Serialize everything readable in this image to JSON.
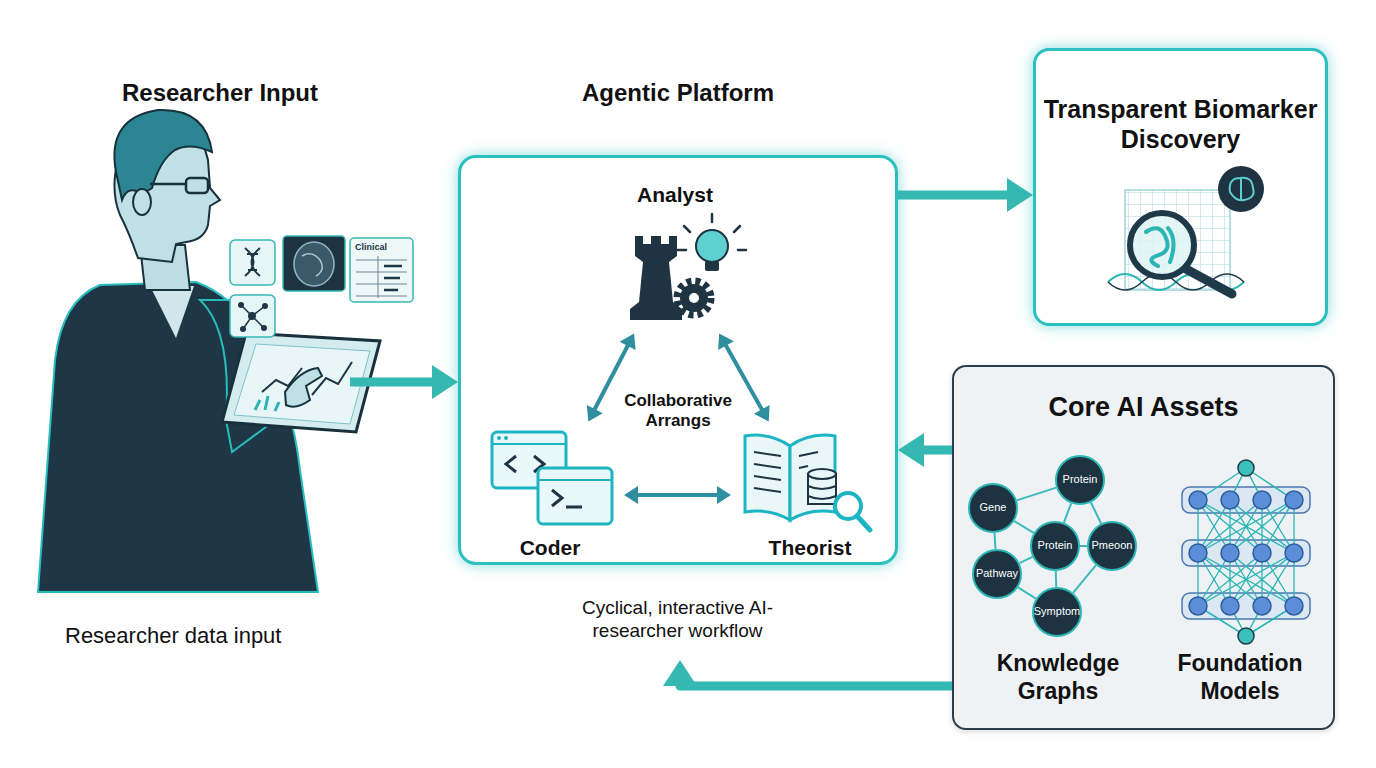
{
  "diagram": {
    "nodes": [
      {
        "text": [
          "Researcher Input",
          "Researcher data input"
        ]
      },
      {
        "text": [
          "Agentic Platform",
          "Collaborative Arrangs",
          "Cyclical, interactive AI-researcher workflow"
        ]
      },
      {
        "text": [
          "Analyst"
        ],
        "in": 1
      },
      {
        "text": [
          "Coder"
        ],
        "in": 1
      },
      {
        "text": [
          "Theorist"
        ],
        "in": 1
      },
      {
        "text": [
          "Transparent Biomarker Discovery"
        ]
      },
      {
        "text": [
          "Core AI Assets"
        ]
      },
      {
        "text": [
          "Gene"
        ],
        "in": 6
      },
      {
        "text": [
          "Protein"
        ],
        "in": 6
      },
      {
        "text": [
          "Protein"
        ],
        "in": 6
      },
      {
        "text": [
          "Pmeoon"
        ],
        "in": 6
      },
      {
        "text": [
          "Pathway"
        ],
        "in": 6
      },
      {
        "text": [
          "Symptom"
        ],
        "in": 6
      }
    ],
    "edges": [
      {
        "from": 0,
        "to": 1,
        "arrow": "to"
      },
      {
        "from": 1,
        "to": 5,
        "arrow": "to"
      },
      {
        "from": 6,
        "to": 1,
        "arrow": "to"
      },
      {
        "from": 6,
        "to": 1,
        "arrow": "to"
      },
      {
        "from": 2,
        "to": 3,
        "arrow": "both"
      },
      {
        "from": 2,
        "to": 4,
        "arrow": "both"
      },
      {
        "from": 3,
        "to": 4,
        "arrow": "both"
      },
      {
        "from": 7,
        "to": 8,
        "arrow": "none"
      },
      {
        "from": 7,
        "to": 9,
        "arrow": "none"
      },
      {
        "from": 7,
        "to": 11,
        "arrow": "none"
      },
      {
        "from": 8,
        "to": 9,
        "arrow": "none"
      },
      {
        "from": 8,
        "to": 10,
        "arrow": "none"
      },
      {
        "from": 9,
        "to": 10,
        "arrow": "none"
      },
      {
        "from": 9,
        "to": 12,
        "arrow": "none"
      },
      {
        "from": 11,
        "to": 12,
        "arrow": "none"
      },
      {
        "from": 11,
        "to": 9,
        "arrow": "none"
      },
      {
        "from": 10,
        "to": 12,
        "arrow": "none"
      }
    ],
    "labels": [
      "Clinical",
      "Knowledge Graphs",
      "Foundation Models"
    ]
  }
}
